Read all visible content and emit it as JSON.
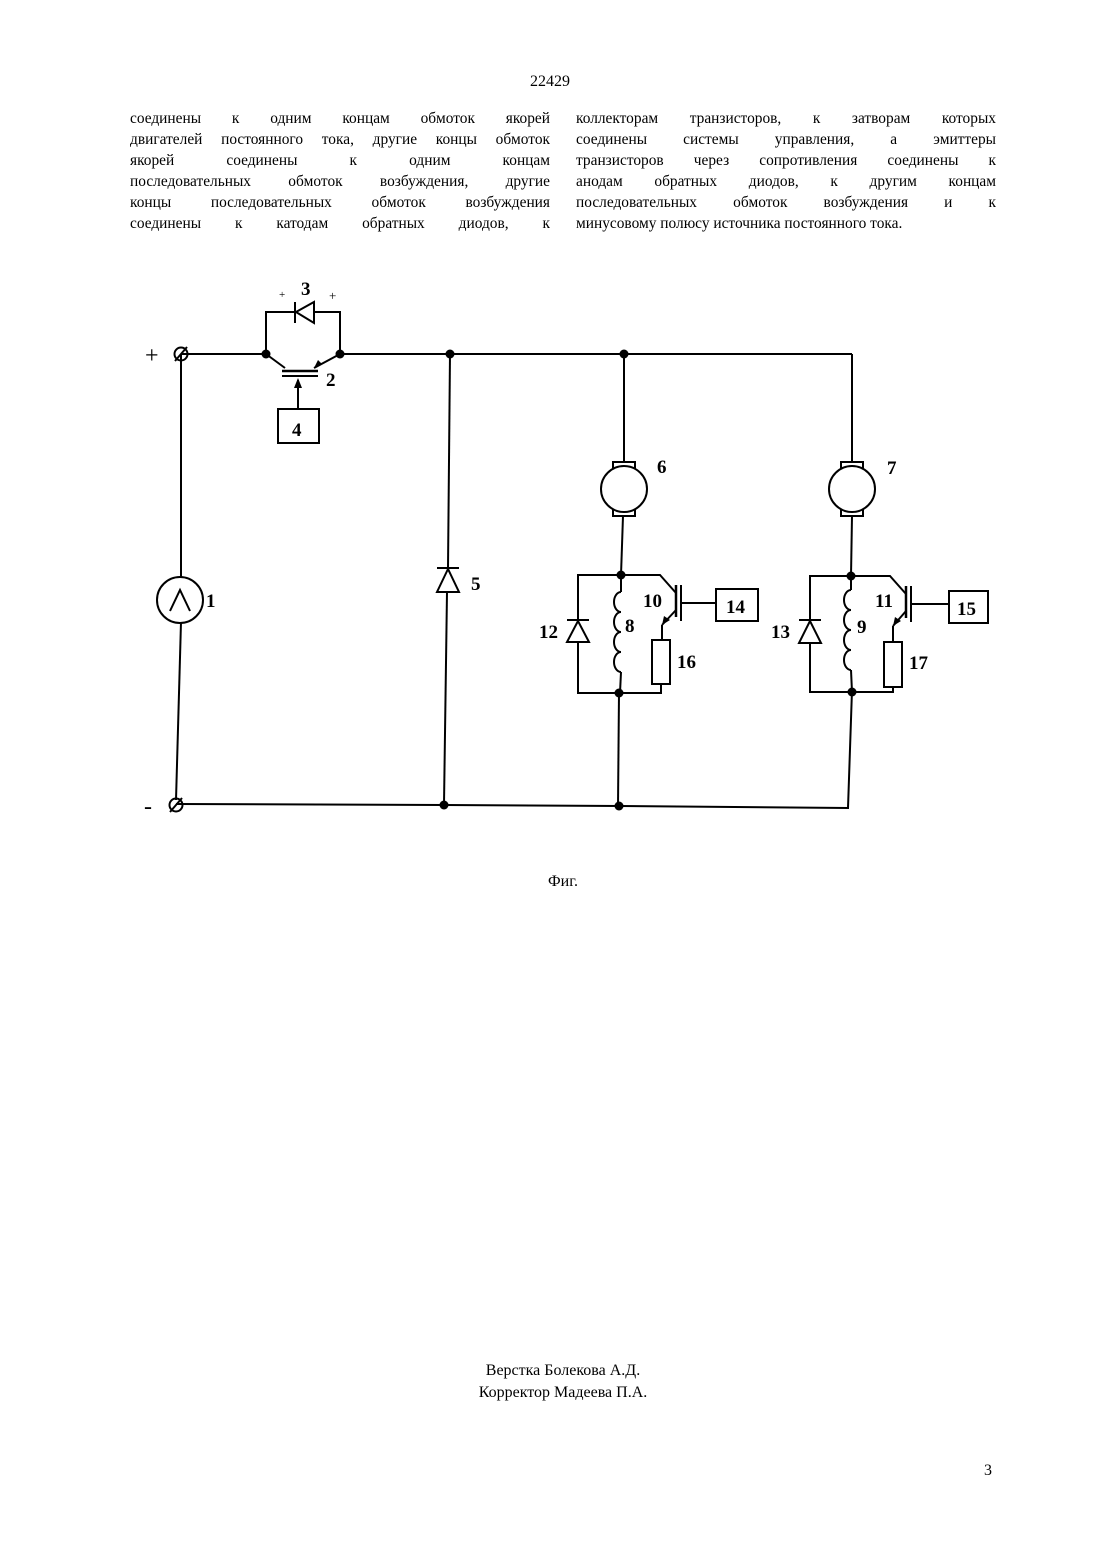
{
  "header": {
    "patent_number": "22429"
  },
  "body_text": {
    "left_column": [
      "соединены к одним концам обмоток якорей",
      "двигателей постоянного тока, другие концы обмоток",
      "якорей соединены к одним концам",
      "последовательных обмоток возбуждения, другие",
      "концы последовательных обмоток возбуждения",
      "соединены к катодам обратных диодов, к"
    ],
    "right_column": [
      "коллекторам транзисторов, к затворам которых",
      "соединены системы управления, а эмиттеры",
      "транзисторов через сопротивления соединены к",
      "анодам обратных диодов, к другим концам",
      "последовательных обмоток возбуждения и к",
      "минусовому полюсу источника постоянного тока."
    ]
  },
  "figure": {
    "caption": "Фиг.",
    "terminal_labels": {
      "plus": "+",
      "minus": "-"
    },
    "component_labels": {
      "l1": "1",
      "l2": "2",
      "l3": "3",
      "l4": "4",
      "l5": "5",
      "l6": "6",
      "l7": "7",
      "l8": "8",
      "l9": "9",
      "l10": "10",
      "l11": "11",
      "l12": "12",
      "l13": "13",
      "l14": "14",
      "l15": "15",
      "l16": "16",
      "l17": "17"
    },
    "tiny_marks": {
      "left": "+",
      "right": "+"
    }
  },
  "footer": {
    "layout": "Верстка Болекова А.Д.",
    "proofreader": "Корректор Мадеева П.А.",
    "page_number": "3"
  }
}
